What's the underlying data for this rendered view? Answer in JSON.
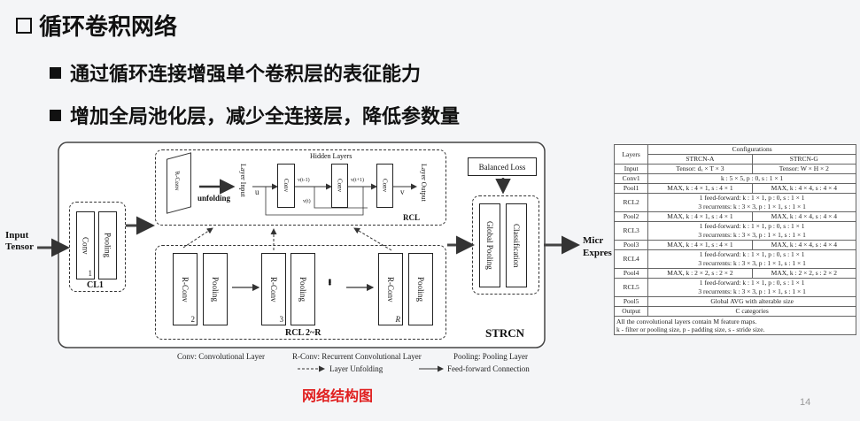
{
  "slide": {
    "title": "循环卷积网络",
    "bullets": [
      "通过循环连接增强单个卷积层的表征能力",
      "增加全局池化层，减少全连接层，降低参数量"
    ],
    "caption": "网络结构图",
    "page_number": "14"
  },
  "diagram": {
    "input_label": "Input\nTensor",
    "output_label": "Micr\nExpres",
    "cl1": {
      "conv": "Conv",
      "pool": "Pooling",
      "num": "1",
      "label": "CL1"
    },
    "rcl_group_label": "RCL 2~R",
    "rcl_units": [
      {
        "conv": "R-Conv",
        "pool": "Pooling",
        "num": "2"
      },
      {
        "conv": "R-Conv",
        "pool": "Pooling",
        "num": "3"
      },
      {
        "conv": "R-Conv",
        "pool": "Pooling",
        "num": "R"
      }
    ],
    "ellipsis": "• • •",
    "hidden_layers": "Hidden Layers",
    "unfolding": "unfolding",
    "rconv_small": "R-Conv",
    "layer_input": "Layer Input",
    "layer_output": "Layer Output",
    "rcl_label": "RCL",
    "u": "u",
    "v": "v",
    "v1": "v(t-1)",
    "v2": "v(t+1)",
    "vt": "v(t)",
    "conv": "Conv",
    "balanced_loss": "Balanced Loss",
    "global_pooling": "Global Pooling",
    "classification": "Classification",
    "strcn": "STRCN",
    "legend": {
      "conv": "Conv: Convolutional Layer",
      "rconv": "R-Conv: Recurrent Convolutional Layer",
      "pool": "Pooling: Pooling Layer",
      "unfold": "Layer Unfolding",
      "ff": "Feed-forward Connection"
    }
  },
  "config_table": {
    "header_layers": "Layers",
    "header_configs": "Configurations",
    "col_a": "STRCN-A",
    "col_g": "STRCN-G",
    "rows": [
      {
        "layer": "Input",
        "a": "Tensor: dₓ × T × 3",
        "g": "Tensor: W × H × 2"
      },
      {
        "layer": "Conv1",
        "both": "k : 5 × 5, p : 0, s : 1 × 1"
      },
      {
        "layer": "Pool1",
        "a": "MAX, k : 4 × 1, s : 4 × 1",
        "g": "MAX, k : 4 × 4, s : 4 × 4"
      },
      {
        "layer": "RCL2",
        "both": "1 feed-forward: k : 1 × 1, p : 0, s : 1 × 1",
        "both2": "3 recurrents: k : 3 × 3, p : 1 × 1, s : 1 × 1"
      },
      {
        "layer": "Pool2",
        "a": "MAX, k : 4 × 1, s : 4 × 1",
        "g": "MAX, k : 4 × 4, s : 4 × 4"
      },
      {
        "layer": "RCL3",
        "both": "1 feed-forward: k : 1 × 1, p : 0, s : 1 × 1",
        "both2": "3 recurrents: k : 3 × 3, p : 1 × 1, s : 1 × 1"
      },
      {
        "layer": "Pool3",
        "a": "MAX, k : 4 × 1, s : 4 × 1",
        "g": "MAX, k : 4 × 4, s : 4 × 4"
      },
      {
        "layer": "RCL4",
        "both": "1 feed-forward: k : 1 × 1, p : 0, s : 1 × 1",
        "both2": "3 recurrents: k : 3 × 3, p : 1 × 1, s : 1 × 1"
      },
      {
        "layer": "Pool4",
        "a": "MAX, k : 2 × 2, s : 2 × 2",
        "g": "MAX, k : 2 × 2, s : 2 × 2"
      },
      {
        "layer": "RCL5",
        "both": "1 feed-forward: k : 1 × 1, p : 0, s : 1 × 1",
        "both2": "3 recurrents: k : 3 × 3, p : 1 × 1, s : 1 × 1"
      },
      {
        "layer": "Pool5",
        "both": "Global AVG with alterable size"
      },
      {
        "layer": "Output",
        "both": "C categories"
      }
    ],
    "footnote1": "All the convolutional layers contain M feature maps.",
    "footnote2": "k - filter or pooling size, p - padding size, s - stride size."
  }
}
